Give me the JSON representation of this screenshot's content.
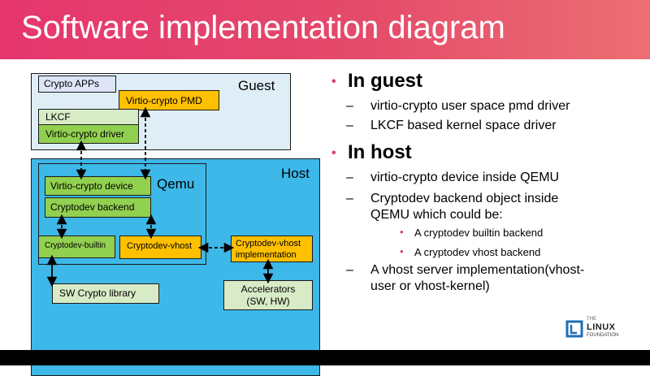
{
  "title": "Software implementation diagram",
  "diagram": {
    "guest_label": "Guest",
    "host_label": "Host",
    "qemu_label": "Qemu",
    "crypto_apps": "Crypto APPs",
    "virtio_pmd": "Virtio-crypto PMD",
    "lkcf": "LKCF",
    "virtio_driver": "Virtio-crypto driver",
    "virtio_device": "Virtio-crypto device",
    "cryptodev_backend": "Cryptodev backend",
    "cryptodev_builtin": "Cryptodev-builtin",
    "cryptodev_vhost": "Cryptodev-vhost",
    "vhost_impl_line1": "Cryptodev-vhost",
    "vhost_impl_line2": "implementation",
    "sw_lib": "SW Crypto library",
    "accel_line1": "Accelerators",
    "accel_line2": "(SW, HW)"
  },
  "bullets": {
    "guest_heading": "In guest",
    "guest_items": [
      "virtio-crypto user space pmd driver",
      "LKCF based kernel space driver"
    ],
    "host_heading": "In host",
    "host_item1": "virtio-crypto device inside QEMU",
    "host_item2_line1": "Cryptodev backend object inside",
    "host_item2_line2": "QEMU which could be:",
    "host_sub": [
      "A cryptodev builtin backend",
      "A cryptodev vhost backend"
    ],
    "host_item3_line1": "A vhost server implementation(vhost-",
    "host_item3_line2": "user or vhost-kernel)"
  },
  "logo": {
    "line1": "THE",
    "line2": "LINUX",
    "line3": "FOUNDATION"
  },
  "colors": {
    "header": "#e5366e",
    "bullet": "#d63f73",
    "guest_bg": "#dfeef6",
    "host_bg": "#3db8e8",
    "green": "#92d050",
    "orange": "#ffc000"
  }
}
